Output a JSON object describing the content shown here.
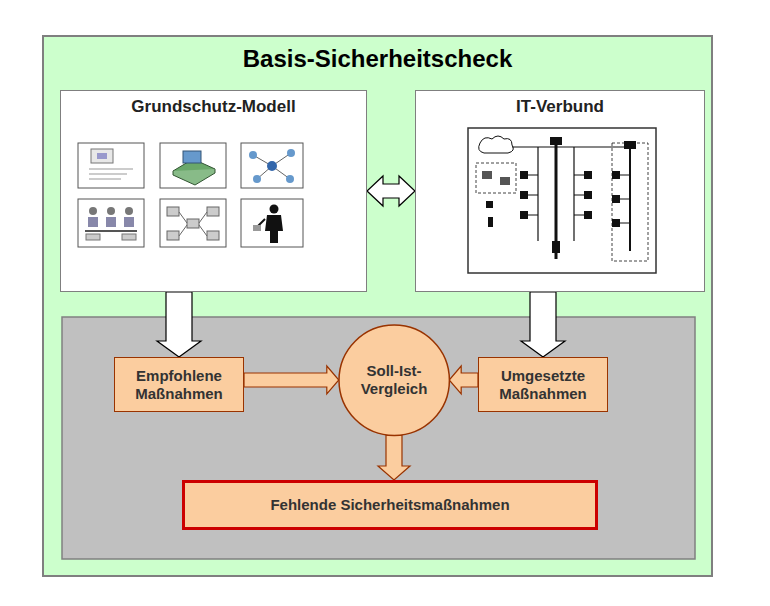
{
  "diagram": {
    "nodes": [
      {
        "text": [
          "Basis-Sicherheitscheck"
        ]
      },
      {
        "text": [
          "Grundschutz-Modell"
        ],
        "in": 0
      },
      {
        "text": [
          "IT-Verbund"
        ],
        "in": 0
      },
      {
        "text": [
          "Empfohlene Maßnahmen"
        ],
        "in": 0
      },
      {
        "text": [
          "Soll-Ist- Vergleich"
        ],
        "in": 0
      },
      {
        "text": [
          "Umgesetzte Maßnahmen"
        ],
        "in": 0
      },
      {
        "text": [
          "Fehlende Sicherheitsmaßnahmen"
        ],
        "in": 0
      }
    ],
    "edges": [
      {
        "from": 1,
        "to": 2,
        "arrow": "both"
      },
      {
        "from": 1,
        "to": 3,
        "arrow": "to"
      },
      {
        "from": 2,
        "to": 5,
        "arrow": "to"
      },
      {
        "from": 3,
        "to": 4,
        "arrow": "to"
      },
      {
        "from": 5,
        "to": 4,
        "arrow": "to"
      },
      {
        "from": 4,
        "to": 6,
        "arrow": "to"
      }
    ]
  }
}
